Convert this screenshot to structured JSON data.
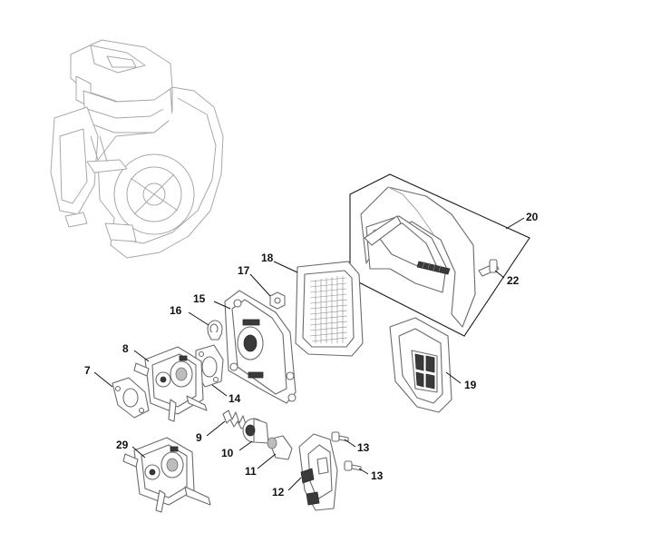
{
  "callouts": {
    "c7": "7",
    "c8": "8",
    "c9": "9",
    "c10": "10",
    "c11": "11",
    "c12": "12",
    "c13a": "13",
    "c13b": "13",
    "c14": "14",
    "c15": "15",
    "c16": "16",
    "c17": "17",
    "c18": "18",
    "c19": "19",
    "c20": "20",
    "c22": "22",
    "c29": "29"
  }
}
